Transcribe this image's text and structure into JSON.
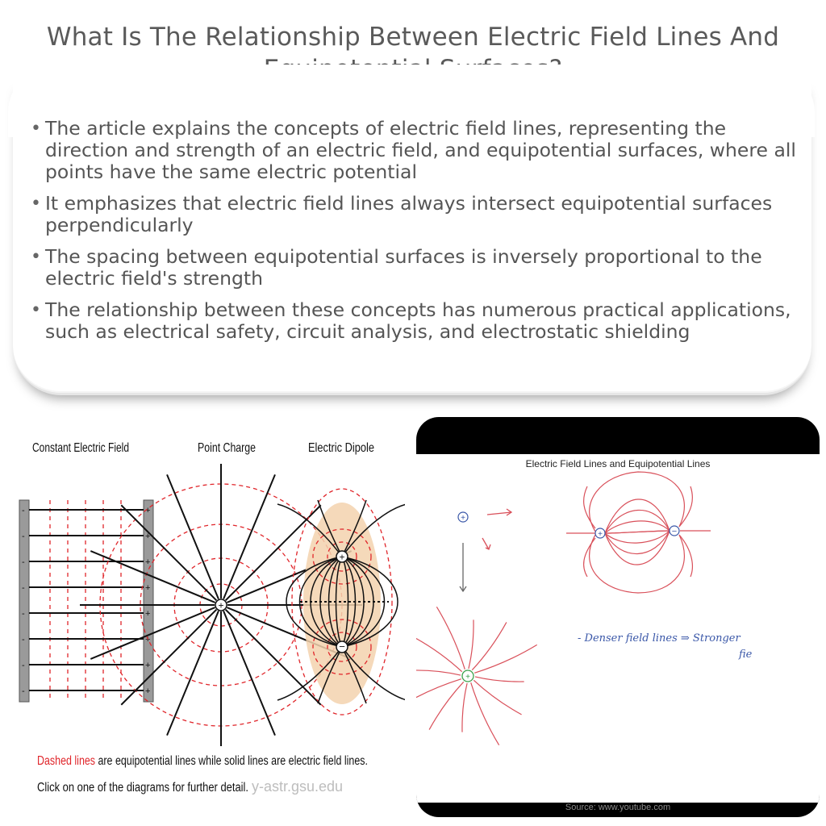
{
  "title": "What Is The Relationship Between Electric Field Lines And Equipotential Surfaces?",
  "bullets": [
    "The article explains the concepts of electric field lines, representing the direction and strength of an electric field, and equipotential surfaces, where all points have the same electric potential",
    "It emphasizes that electric field lines always intersect equipotential surfaces perpendicularly",
    "The spacing between equipotential surfaces is inversely proportional to the electric field's strength",
    "The relationship between these concepts has numerous practical applications, such as electrical safety, circuit analysis, and electrostatic shielding"
  ],
  "left_diagram": {
    "label_constant": "Constant Electric Field",
    "label_point": "Point Charge",
    "label_dipole": "Electric Dipole",
    "caption_red": "Dashed lines",
    "caption_rest": " are equipotential lines while solid lines are electric field lines.",
    "caption_line2": "Click on one of the diagrams for further detail.",
    "watermark": "y-astr.gsu.edu",
    "plus": "+",
    "minus": "−",
    "minus_bar": "-",
    "colors": {
      "field_line": "#111111",
      "equipotential": "#e0262b",
      "dipole_fill": "#f3d2ae"
    }
  },
  "right_diagram": {
    "title": "Electric Field Lines and Equipotential Lines",
    "note_line1": "- Denser field lines ⇒ Stronger",
    "note_line2": "fie",
    "source": "Source: www.youtube.com",
    "plus": "+",
    "minus": "−",
    "colors": {
      "ink_red": "#d9505a",
      "ink_blue": "#3a57a8",
      "ink_green": "#3aa04a"
    }
  }
}
